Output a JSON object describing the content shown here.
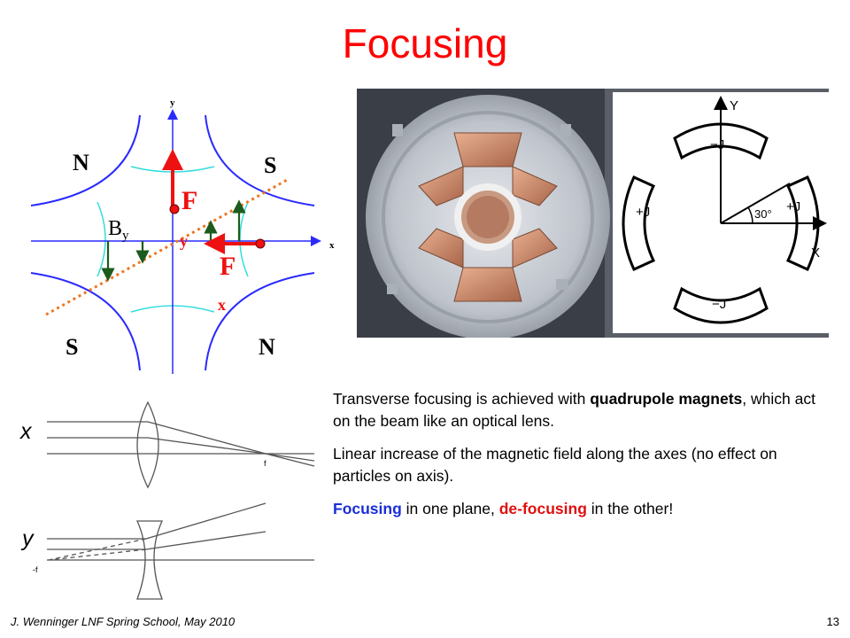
{
  "slide": {
    "title": "Focusing",
    "footer": "J. Wenninger LNF Spring School, May 2010",
    "page_number": "13"
  },
  "quadrupole": {
    "axis_x": "x",
    "axis_y": "y",
    "pole_top_left": "N",
    "pole_top_right": "S",
    "pole_bottom_left": "S",
    "pole_bottom_right": "N",
    "field_label": "B",
    "field_sub": "y",
    "force_y_label": "F",
    "force_y_sub": "y",
    "force_x_label": "F",
    "force_x_sub": "x",
    "colors": {
      "pole": "#2a2aff",
      "field_line": "#33dddd",
      "force": "#ee1111",
      "field_arrow": "#1d5a1d",
      "dotted_line": "#ee7722"
    }
  },
  "schematic": {
    "axis_y": "Y",
    "axis_x": "X",
    "coil_top": "−J",
    "coil_bottom": "−J",
    "coil_left": "+J",
    "coil_right": "+J",
    "angle": "30°"
  },
  "lens": {
    "label_x": "x",
    "label_y": "y",
    "focus_label": "f",
    "defocus_label": "-f"
  },
  "text": {
    "p1_a": "Transverse focusing is achieved with ",
    "p1_b": "quadrupole magnets",
    "p1_c": ", which act on the beam like an optical lens.",
    "p2": "Linear increase of the magnetic field along the axes (no effect on particles on axis).",
    "p3_a": "Focusing",
    "p3_b": " in one plane, ",
    "p3_c": "de-focusing",
    "p3_d": " in the other!"
  }
}
